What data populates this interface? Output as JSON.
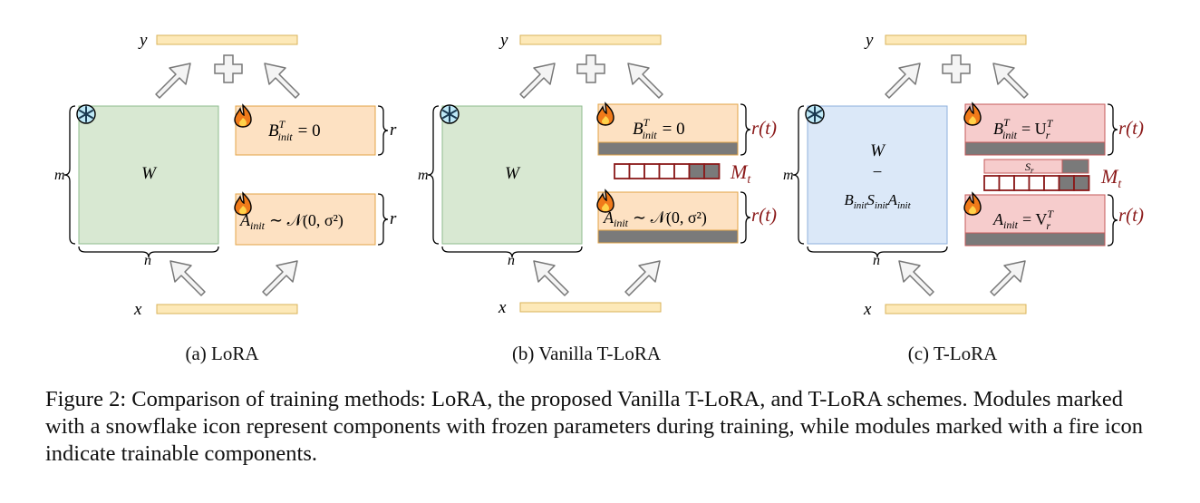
{
  "panels": [
    {
      "caption": "(a) LoRA",
      "y_label": "y",
      "x_label": "x",
      "m_label": "m",
      "n_label": "n",
      "w_label": "W",
      "b_label": "B",
      "b_sup": "T",
      "b_sub": "init",
      "b_rhs": "= 0",
      "a_label": "A",
      "a_sub": "init",
      "a_rhs": "∼ 𝒩(0, σ²)",
      "rank_top": "r",
      "rank_bottom": "r"
    },
    {
      "caption": "(b) Vanilla T-LoRA",
      "y_label": "y",
      "x_label": "x",
      "m_label": "m",
      "n_label": "n",
      "w_label": "W",
      "b_label": "B",
      "b_sup": "T",
      "b_sub": "init",
      "b_rhs": "= 0",
      "a_label": "A",
      "a_sub": "init",
      "a_rhs": "∼ 𝒩(0, σ²)",
      "rank_top": "r(t)",
      "rank_bottom": "r(t)",
      "mask_label": "M",
      "mask_sub": "t"
    },
    {
      "caption": "(c) T-LoRA",
      "y_label": "y",
      "x_label": "x",
      "m_label": "m",
      "n_label": "n",
      "w_line1": "W",
      "w_line2": "−",
      "w_line3": "B",
      "w_line3_parts": [
        "B",
        "init",
        "S",
        "init",
        "A",
        "init"
      ],
      "b_label": "B",
      "b_sup": "T",
      "b_sub": "init",
      "b_rhs": "= U",
      "b_rhs_sub": "r",
      "b_rhs_sup": "T",
      "a_label": "A",
      "a_sub": "init",
      "a_rhs": "= V",
      "a_rhs_sub": "r",
      "a_rhs_sup": "T",
      "s_label": "S",
      "s_sub": "r",
      "rank_top": "r(t)",
      "rank_bottom": "r(t)",
      "mask_label": "M",
      "mask_sub": "t"
    }
  ],
  "figure_caption": "Figure 2: Comparison of training methods: LoRA, the proposed Vanilla T-LoRA, and T-LoRA schemes. Modules marked with a snowflake icon represent components with frozen parameters during training, while modules marked with a fire icon indicate trainable components.",
  "colors": {
    "io_bar": "#fde9b8",
    "io_border": "#d9b35a",
    "w_green": "#d8e8d2",
    "w_green_border": "#8fbc8f",
    "w_blue": "#dbe8f8",
    "w_blue_border": "#8fb0dc",
    "adapter_orange": "#fde1c2",
    "adapter_orange_border": "#e3a447",
    "adapter_red": "#f6cccc",
    "adapter_red_border": "#c45a5a",
    "mask_gray": "#7a7a7a",
    "mask_border": "#8b1a1a",
    "rank_red": "#8b1a1a"
  }
}
